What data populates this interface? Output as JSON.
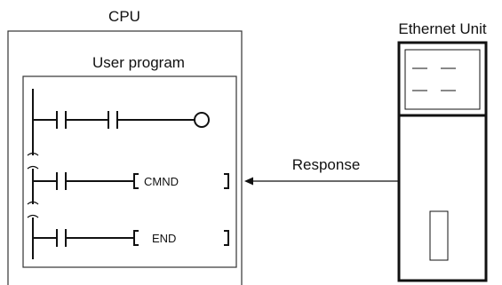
{
  "cpu": {
    "title": "CPU",
    "program_title": "User program"
  },
  "ladder": {
    "instruction_1": "CMND",
    "instruction_2": "END"
  },
  "arrow": {
    "label": "Response"
  },
  "ethernet_unit": {
    "title": "Ethernet Unit"
  }
}
